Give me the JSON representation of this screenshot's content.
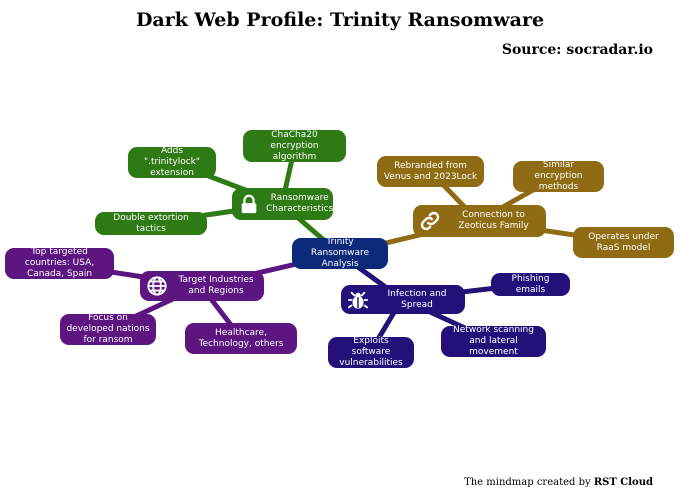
{
  "title": "Dark Web Profile: Trinity Ransomware",
  "source": "Source: socradar.io",
  "footer": {
    "prefix": "The mindmap created by",
    "brand": "RST Cloud"
  },
  "colors": {
    "root": "#0d2a7a",
    "ransomware": "#2e7a14",
    "connection": "#8f6c14",
    "infection": "#25107a",
    "targets": "#5d1580"
  },
  "mindmap": {
    "root": "Trinity Ransomware Analysis",
    "ransomware": {
      "label": "Ransomware Characteristics",
      "icon": "lock-icon",
      "children": [
        "Adds \".trinitylock\" extension",
        "ChaCha20 encryption algorithm",
        "Double extortion tactics"
      ]
    },
    "connection": {
      "label": "Connection to Zeoticus Family",
      "icon": "link-icon",
      "children": [
        "Rebranded from Venus and 2023Lock",
        "Similar encryption methods",
        "Operates under RaaS model"
      ]
    },
    "infection": {
      "label": "Infection and Spread",
      "icon": "bug-icon",
      "children": [
        "Phishing emails",
        "Network scanning and lateral movement",
        "Exploits software vulnerabilities"
      ]
    },
    "targets": {
      "label": "Target Industries and Regions",
      "icon": "globe-icon",
      "children": [
        "Top targeted countries: USA, Canada, Spain",
        "Focus on developed nations for ransom",
        "Healthcare, Technology, others"
      ]
    }
  }
}
